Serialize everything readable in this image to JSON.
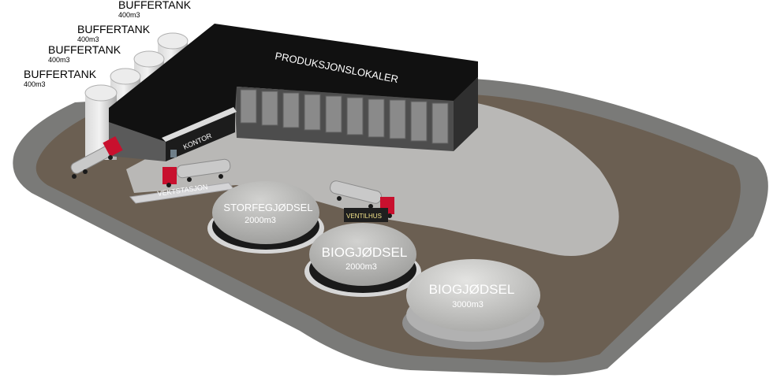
{
  "buffer_tanks": [
    {
      "name": "BUFFERTANK",
      "capacity": "400m3"
    },
    {
      "name": "BUFFERTANK",
      "capacity": "400m3"
    },
    {
      "name": "BUFFERTANK",
      "capacity": "400m3"
    },
    {
      "name": "BUFFERTANK",
      "capacity": "400m3"
    }
  ],
  "buildings": {
    "production": "PRODUKSJONSLOKALER",
    "office": "KONTOR",
    "weighbridge": "VEKTSTASJON",
    "valve_house": "VENTILHUS"
  },
  "storage_tanks": [
    {
      "name": "STORFEGJØDSEL",
      "capacity": "2000m3"
    },
    {
      "name": "BIOGJØDSEL",
      "capacity": "2000m3"
    },
    {
      "name": "BIOGJØDSEL",
      "capacity": "3000m3"
    }
  ],
  "colors": {
    "asphalt_border": "#7a7a78",
    "ground": "#6b5f52",
    "building_roof": "#111111",
    "building_wall": "#4a4a4a",
    "tank_dome": "#b5b5b3",
    "tank_band": "#1a1a1a",
    "truck_cab": "#c8102e",
    "truck_tanker": "#c9c9c9",
    "valve_label": "#f2e28a"
  }
}
